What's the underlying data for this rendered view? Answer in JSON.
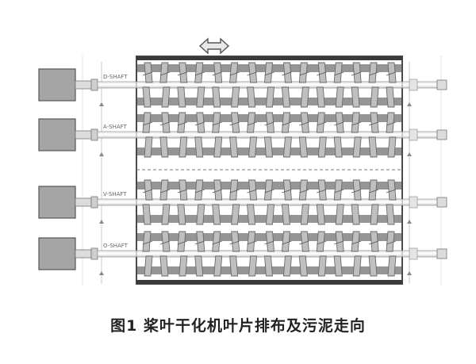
{
  "caption": "图1 桨叶干化机叶片排布及污泥走向",
  "shafts": [
    {
      "label": "D-SHAFT"
    },
    {
      "label": "A-SHAFT"
    },
    {
      "label": "V-SHAFT"
    },
    {
      "label": "O-SHAFT"
    }
  ],
  "colors": {
    "motor_fill": "#a5a5a5",
    "frame": "#4a4a4a",
    "band": "#7a7a7a",
    "paddle": "#bfbfbf",
    "paddle_dark": "#6a6a6a",
    "background": "#ffffff"
  },
  "icons": {
    "flow_arrow": "double-headed-arrow-icon"
  }
}
